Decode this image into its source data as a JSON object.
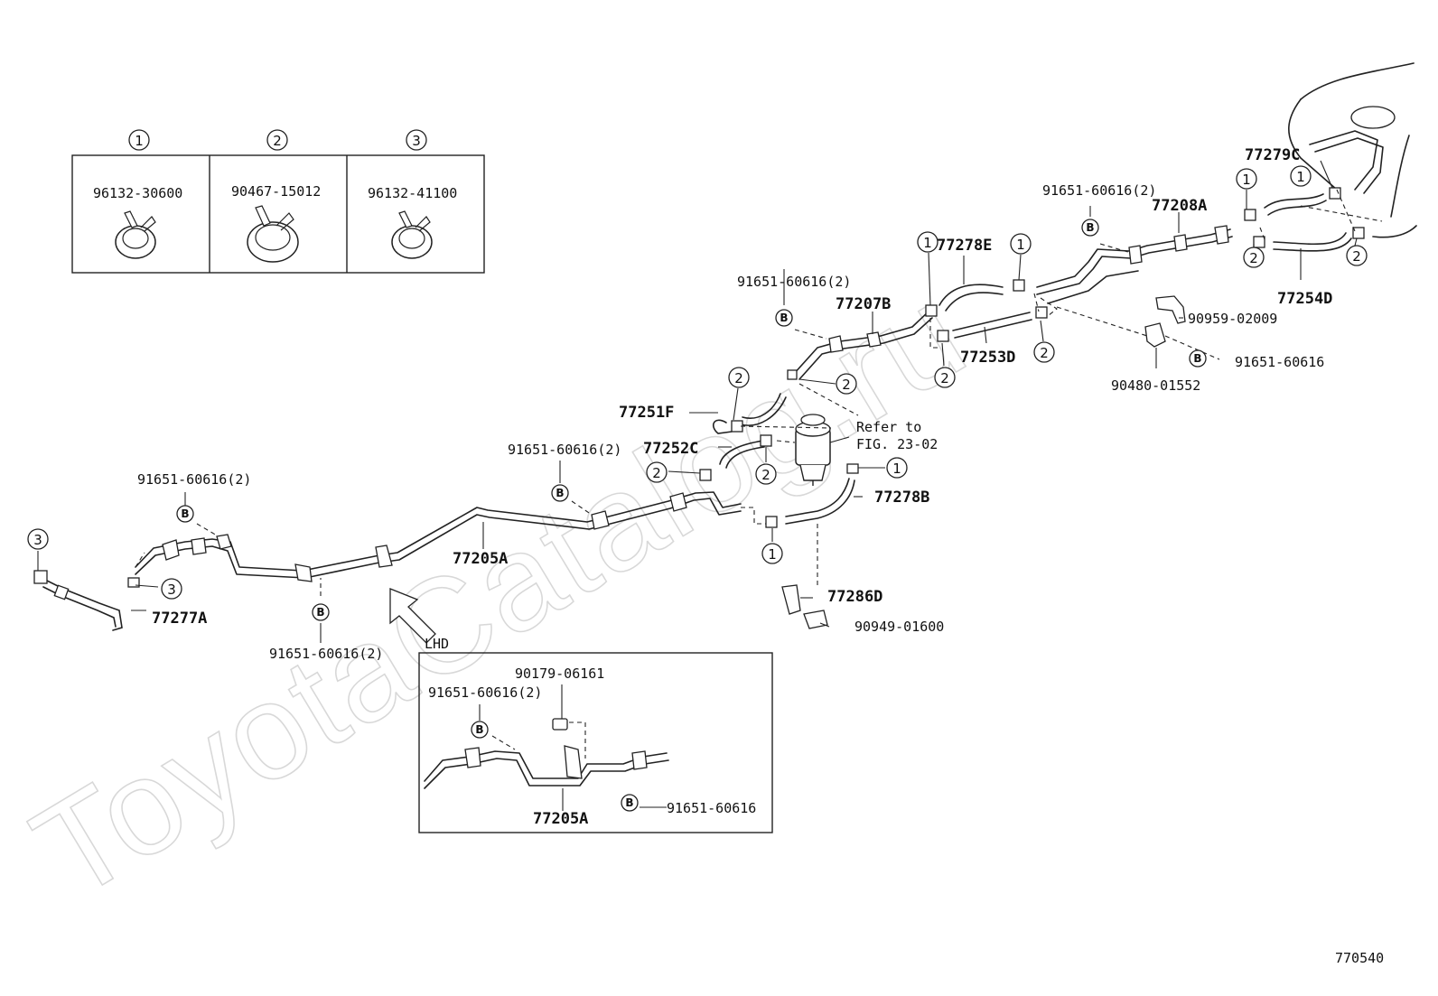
{
  "watermark": "ToyotaCatalog.ru",
  "figure_id": "770540",
  "clamp_legend": [
    {
      "index": "1",
      "part_number": "96132-30600"
    },
    {
      "index": "2",
      "part_number": "90467-15012"
    },
    {
      "index": "3",
      "part_number": "96132-41100"
    }
  ],
  "bolt_symbol": "B",
  "parts": {
    "p77277A": "77277A",
    "p77205A": "77205A",
    "p77205A_inset": "77205A",
    "p77251F": "77251F",
    "p77252C": "77252C",
    "p77207B": "77207B",
    "p77278E": "77278E",
    "p77253D": "77253D",
    "p77208A": "77208A",
    "p77279C": "77279C",
    "p77254D": "77254D",
    "p77278B": "77278B",
    "p77286D": "77286D",
    "p90949": "90949-01600",
    "p90959": "90959-02009",
    "p90480": "90480-01552",
    "p91651_single_right": "91651-60616",
    "p91651_single_inset": "91651-60616",
    "p90179": "90179-06161",
    "bolt_left_top": "91651-60616(2)",
    "bolt_left_bottom": "91651-60616(2)",
    "bolt_mid": "91651-60616(2)",
    "bolt_77207B": "91651-60616(2)",
    "bolt_77208A": "91651-60616(2)",
    "bolt_inset": "91651-60616(2)"
  },
  "notes": {
    "refer_line1": "Refer to",
    "refer_line2": "FIG. 23-02",
    "lhd": "LHD"
  },
  "clamp_markers": {
    "m1": "3",
    "m2": "3",
    "m3": "2",
    "m4": "2",
    "m5": "2",
    "m6": "2",
    "m7": "1",
    "m8": "1",
    "m9": "1",
    "m10": "1",
    "m11": "2",
    "m12": "2",
    "m13": "1",
    "m14": "1",
    "m15": "2",
    "m16": "2",
    "m17": "2"
  }
}
